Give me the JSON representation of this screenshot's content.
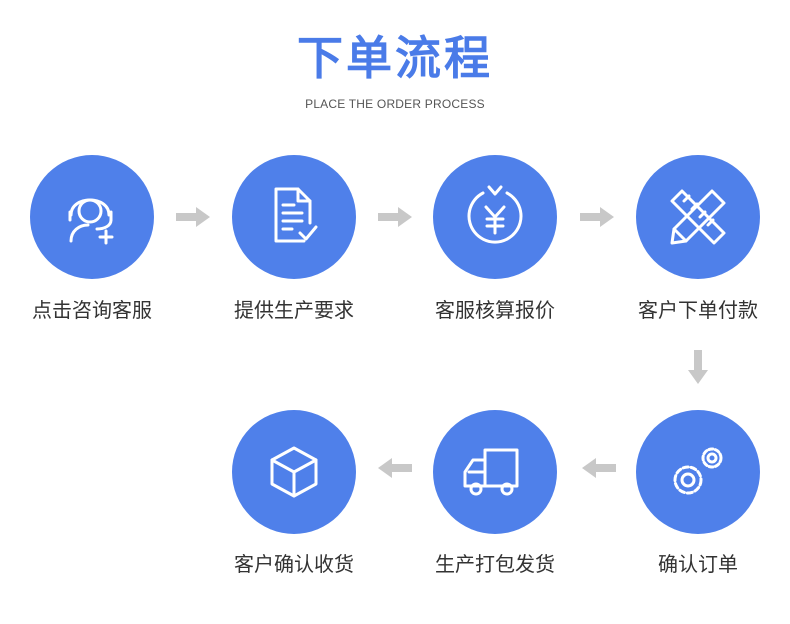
{
  "header": {
    "title": "下单流程",
    "subtitle": "PLACE THE ORDER PROCESS"
  },
  "steps": [
    {
      "label": "点击咨询客服",
      "icon": "customer-service-headset-icon"
    },
    {
      "label": "提供生产要求",
      "icon": "document-check-icon"
    },
    {
      "label": "客服核算报价",
      "icon": "yuan-coin-icon"
    },
    {
      "label": "客户下单付款",
      "icon": "pencil-ruler-icon"
    },
    {
      "label": "确认订单",
      "icon": "gears-icon"
    },
    {
      "label": "生产打包发货",
      "icon": "delivery-truck-icon"
    },
    {
      "label": "客户确认收货",
      "icon": "package-box-icon"
    }
  ],
  "colors": {
    "accent": "#4f80ea",
    "title": "#4a7be8",
    "arrow": "#c8c8c8",
    "label": "#333333"
  }
}
